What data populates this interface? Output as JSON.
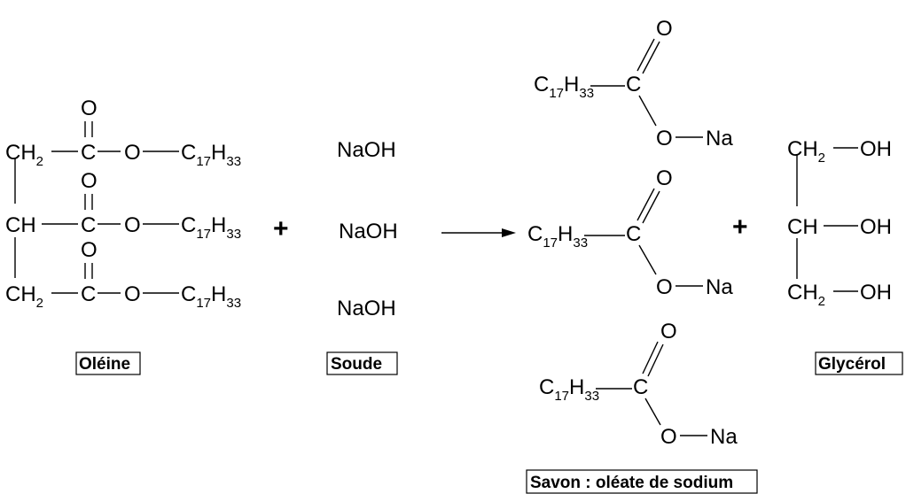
{
  "reactants": {
    "oleine": {
      "label": "Oléine",
      "ch2": "CH",
      "ch": "CH",
      "h_sub": "2",
      "c": "C",
      "o_double": "O",
      "o_ester": "O",
      "chain_c": "C",
      "chain_c_sub": "17",
      "chain_h": "H",
      "chain_h_sub": "33"
    },
    "soude": {
      "label": "Soude",
      "naoh": "NaOH"
    }
  },
  "products": {
    "savon": {
      "label": "Savon : oléate de sodium",
      "chain_c": "C",
      "chain_c_sub": "17",
      "chain_h": "H",
      "chain_h_sub": "33",
      "c": "C",
      "o_double": "O",
      "o_na": "O",
      "na": "Na"
    },
    "glycerol": {
      "label": "Glycérol",
      "ch2": "CH",
      "ch": "CH",
      "h_sub": "2",
      "oh": "OH"
    }
  },
  "symbols": {
    "plus": "+"
  }
}
